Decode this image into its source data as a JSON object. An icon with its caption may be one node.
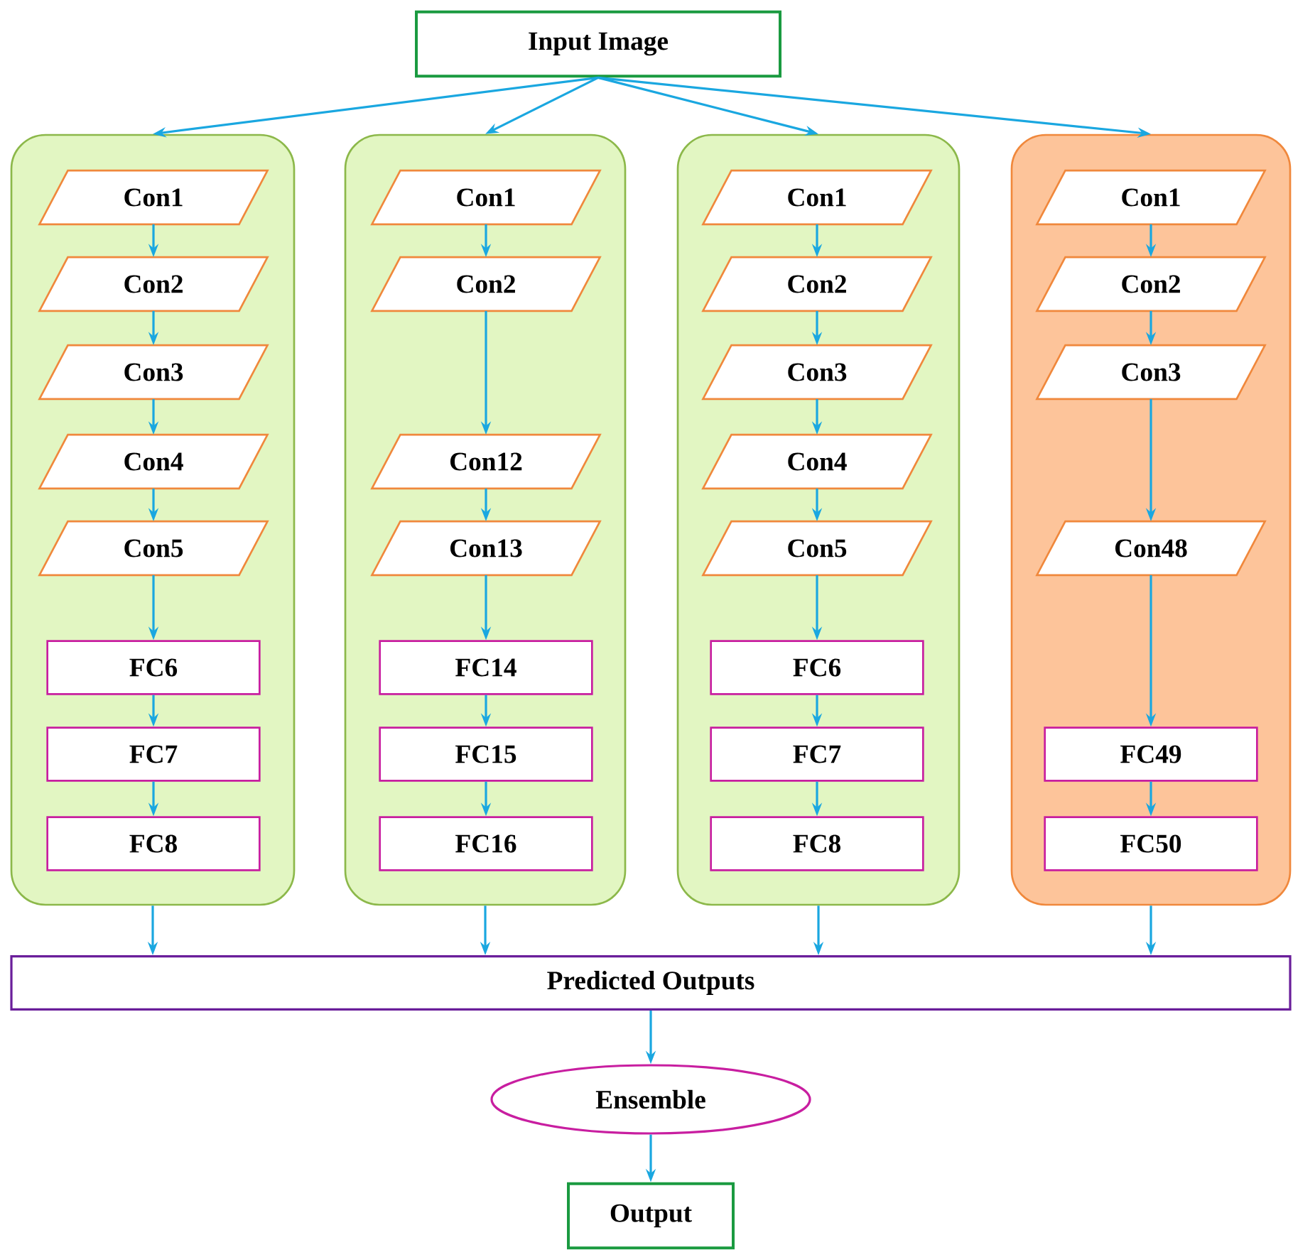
{
  "diagram": {
    "nodes": [
      {
        "text": [
          "Input Image"
        ]
      },
      {
        "text": [],
        "shape": "box"
      },
      {
        "text": [
          "Con1"
        ],
        "in": 1
      },
      {
        "text": [
          "Con2"
        ],
        "in": 1
      },
      {
        "text": [
          "Con3"
        ],
        "in": 1
      },
      {
        "text": [
          "Con4"
        ],
        "in": 1
      },
      {
        "text": [
          "Con5"
        ],
        "in": 1
      },
      {
        "text": [
          "FC6"
        ],
        "in": 1
      },
      {
        "text": [
          "FC7"
        ],
        "in": 1
      },
      {
        "text": [
          "FC8"
        ],
        "in": 1
      },
      {
        "text": [],
        "shape": "box"
      },
      {
        "text": [
          "Con1"
        ],
        "in": 10
      },
      {
        "text": [
          "Con2"
        ],
        "in": 10
      },
      {
        "text": [
          "Con12"
        ],
        "in": 10
      },
      {
        "text": [
          "Con13"
        ],
        "in": 10
      },
      {
        "text": [
          "FC14"
        ],
        "in": 10
      },
      {
        "text": [
          "FC15"
        ],
        "in": 10
      },
      {
        "text": [
          "FC16"
        ],
        "in": 10
      },
      {
        "text": [],
        "shape": "box"
      },
      {
        "text": [
          "Con1"
        ],
        "in": 18
      },
      {
        "text": [
          "Con2"
        ],
        "in": 18
      },
      {
        "text": [
          "Con3"
        ],
        "in": 18
      },
      {
        "text": [
          "Con4"
        ],
        "in": 18
      },
      {
        "text": [
          "Con5"
        ],
        "in": 18
      },
      {
        "text": [
          "FC6"
        ],
        "in": 18
      },
      {
        "text": [
          "FC7"
        ],
        "in": 18
      },
      {
        "text": [
          "FC8"
        ],
        "in": 18
      },
      {
        "text": [],
        "shape": "box"
      },
      {
        "text": [
          "Con1"
        ],
        "in": 27
      },
      {
        "text": [
          "Con2"
        ],
        "in": 27
      },
      {
        "text": [
          "Con3"
        ],
        "in": 27
      },
      {
        "text": [
          "Con48"
        ],
        "in": 27
      },
      {
        "text": [
          "FC49"
        ],
        "in": 27
      },
      {
        "text": [
          "FC50"
        ],
        "in": 27
      },
      {
        "text": [
          "Predicted Outputs"
        ]
      },
      {
        "text": [
          "Ensemble"
        ]
      },
      {
        "text": [
          "Output"
        ]
      }
    ],
    "edges": [
      {
        "from": 0,
        "to": 1,
        "arrow": "to"
      },
      {
        "from": 0,
        "to": 10,
        "arrow": "to"
      },
      {
        "from": 0,
        "to": 18,
        "arrow": "to"
      },
      {
        "from": 0,
        "to": 27,
        "arrow": "to"
      },
      {
        "from": 2,
        "to": 3,
        "arrow": "to"
      },
      {
        "from": 3,
        "to": 4,
        "arrow": "to"
      },
      {
        "from": 4,
        "to": 5,
        "arrow": "to"
      },
      {
        "from": 5,
        "to": 6,
        "arrow": "to"
      },
      {
        "from": 6,
        "to": 7,
        "arrow": "to"
      },
      {
        "from": 7,
        "to": 8,
        "arrow": "to"
      },
      {
        "from": 8,
        "to": 9,
        "arrow": "to"
      },
      {
        "from": 11,
        "to": 12,
        "arrow": "to"
      },
      {
        "from": 12,
        "to": 13,
        "arrow": "to"
      },
      {
        "from": 13,
        "to": 14,
        "arrow": "to"
      },
      {
        "from": 14,
        "to": 15,
        "arrow": "to"
      },
      {
        "from": 15,
        "to": 16,
        "arrow": "to"
      },
      {
        "from": 16,
        "to": 17,
        "arrow": "to"
      },
      {
        "from": 19,
        "to": 20,
        "arrow": "to"
      },
      {
        "from": 20,
        "to": 21,
        "arrow": "to"
      },
      {
        "from": 21,
        "to": 22,
        "arrow": "to"
      },
      {
        "from": 22,
        "to": 23,
        "arrow": "to"
      },
      {
        "from": 23,
        "to": 24,
        "arrow": "to"
      },
      {
        "from": 24,
        "to": 25,
        "arrow": "to"
      },
      {
        "from": 25,
        "to": 26,
        "arrow": "to"
      },
      {
        "from": 28,
        "to": 29,
        "arrow": "to"
      },
      {
        "from": 29,
        "to": 30,
        "arrow": "to"
      },
      {
        "from": 30,
        "to": 31,
        "arrow": "to"
      },
      {
        "from": 31,
        "to": 32,
        "arrow": "to"
      },
      {
        "from": 32,
        "to": 33,
        "arrow": "to"
      },
      {
        "from": 1,
        "to": 34,
        "arrow": "to"
      },
      {
        "from": 10,
        "to": 34,
        "arrow": "to"
      },
      {
        "from": 18,
        "to": 34,
        "arrow": "to"
      },
      {
        "from": 27,
        "to": 34,
        "arrow": "to"
      },
      {
        "from": 34,
        "to": 35,
        "arrow": "to"
      },
      {
        "from": 35,
        "to": 36,
        "arrow": "to"
      }
    ]
  }
}
